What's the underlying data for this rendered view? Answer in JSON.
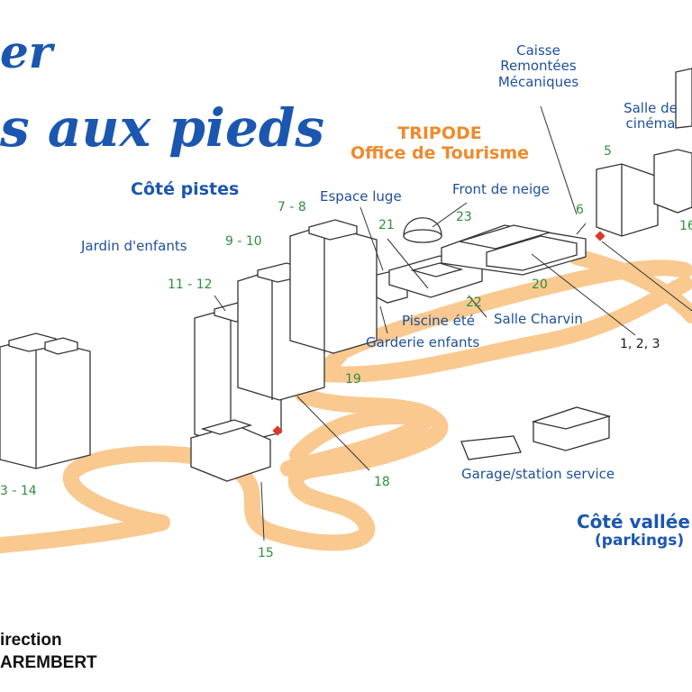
{
  "title": {
    "line1": "er",
    "line2": "s aux pieds"
  },
  "side_pistes": "Côté pistes",
  "side_vallee": {
    "line1": "Côté vallée",
    "line2": "(parkings)"
  },
  "tripode": {
    "line1": "TRIPODE",
    "line2": "Office de Tourisme"
  },
  "caisse": {
    "line1": "Caisse",
    "line2": "Remontées",
    "line3": "Mécaniques"
  },
  "cinema": {
    "line1": "Salle de",
    "line2": "cinéma"
  },
  "labels": {
    "front_neige": "Front de neige",
    "espace_luge": "Espace luge",
    "jardin": "Jardin d'enfants",
    "piscine": "Piscine été",
    "garderie": "Garderie enfants",
    "salle_charvin": "Salle Charvin",
    "garage": "Garage/station service"
  },
  "numbers": {
    "n5": "5",
    "n6": "6",
    "n16": "16",
    "n23": "23",
    "n21": "21",
    "n22": "22",
    "n20": "20",
    "n123": "1, 2, 3",
    "n78": "7 - 8",
    "n910": "9 - 10",
    "n1112": "11 - 12",
    "n19": "19",
    "n18": "18",
    "n15": "15",
    "n1314": "3 - 14"
  },
  "footer": {
    "line1": "irection",
    "line2": "AREMBERT"
  },
  "colors": {
    "road": "#f9c98f",
    "blue": "#1b56b0",
    "green": "#2f8f3f",
    "orange": "#ef8a2b",
    "marker": "#d93a2b"
  }
}
